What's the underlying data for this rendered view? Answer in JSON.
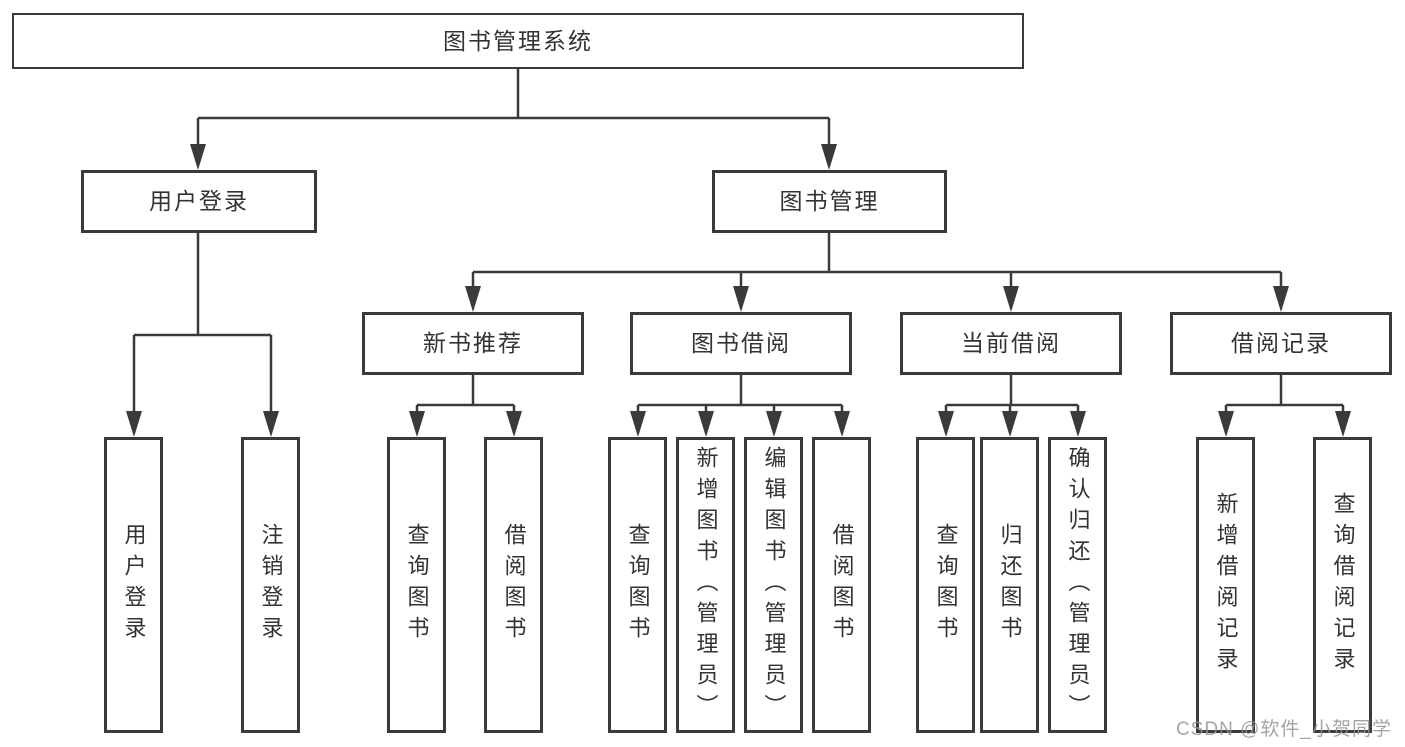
{
  "diagram": {
    "watermark": "CSDN @软件_小贺同学",
    "colors": {
      "line": "#3a3a3a",
      "box_border": "#3a3a3a",
      "text": "#333333",
      "background": "#ffffff",
      "watermark": "#949494"
    }
  },
  "nodes": {
    "root": {
      "label": "图书管理系统"
    },
    "level2": [
      {
        "label": "用户登录"
      },
      {
        "label": "图书管理"
      }
    ],
    "level3": [
      {
        "label": "新书推荐"
      },
      {
        "label": "图书借阅"
      },
      {
        "label": "当前借阅"
      },
      {
        "label": "借阅记录"
      }
    ],
    "leaves": [
      {
        "label": "用户登录"
      },
      {
        "label": "注销登录"
      },
      {
        "label": "查询图书"
      },
      {
        "label": "借阅图书"
      },
      {
        "label": "查询图书"
      },
      {
        "label": "新增图书（管理员）"
      },
      {
        "label": "编辑图书（管理员）"
      },
      {
        "label": "借阅图书"
      },
      {
        "label": "查询图书"
      },
      {
        "label": "归还图书"
      },
      {
        "label": "确认归还（管理员）"
      },
      {
        "label": "新增借阅记录"
      },
      {
        "label": "查询借阅记录"
      }
    ]
  }
}
